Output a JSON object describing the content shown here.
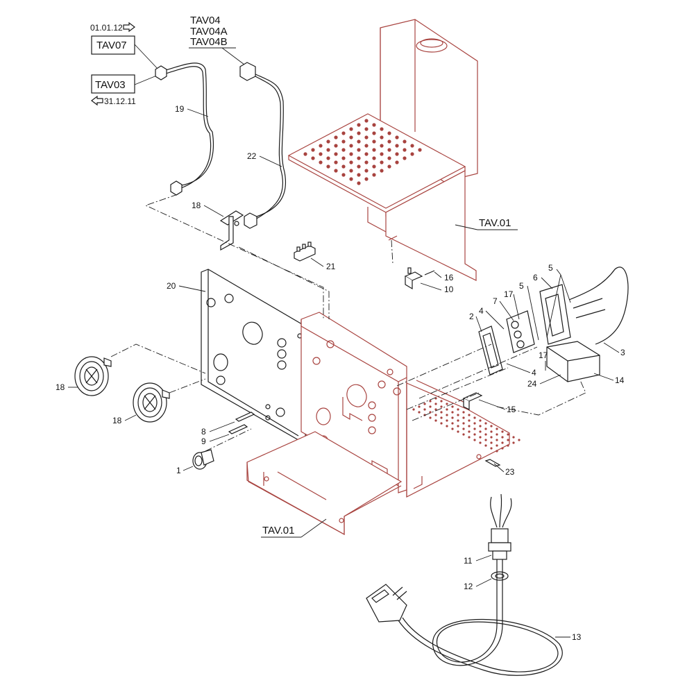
{
  "header": {
    "ref_new": "TAV07",
    "ref_old": "TAV03",
    "date_from": "01.01.12",
    "date_to": "31.12.11",
    "ref_hose_1": "TAV04",
    "ref_hose_2": "TAV04A",
    "ref_hose_3": "TAV04B"
  },
  "assemblies": {
    "top": "TAV.01",
    "bottom": "TAV.01"
  },
  "parts": {
    "p1": "1",
    "p2": "2",
    "p3": "3",
    "p4a": "4",
    "p4b": "4",
    "p5a": "5",
    "p5b": "5",
    "p6": "6",
    "p7": "7",
    "p8": "8",
    "p9": "9",
    "p10": "10",
    "p11": "11",
    "p12": "12",
    "p13": "13",
    "p14": "14",
    "p15": "15",
    "p16": "16",
    "p17a": "17",
    "p17b": "17",
    "p18a": "18",
    "p18b": "18",
    "p18c": "18",
    "p19": "19",
    "p20": "20",
    "p21": "21",
    "p22": "22",
    "p23": "23",
    "p24": "24"
  },
  "colors": {
    "frame_line": "#a8433f",
    "part_line": "#1a1a1a"
  }
}
